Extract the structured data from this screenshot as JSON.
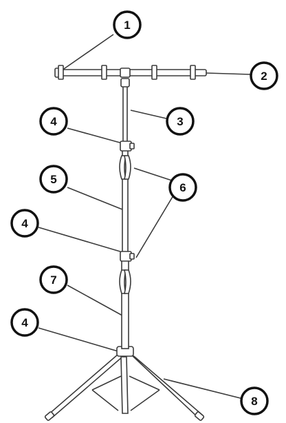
{
  "callouts": [
    {
      "id": "c1",
      "label": "1"
    },
    {
      "id": "c2",
      "label": "2"
    },
    {
      "id": "c3",
      "label": "3"
    },
    {
      "id": "c4a",
      "label": "4"
    },
    {
      "id": "c5",
      "label": "5"
    },
    {
      "id": "c6",
      "label": "6"
    },
    {
      "id": "c4b",
      "label": "4"
    },
    {
      "id": "c7",
      "label": "7"
    },
    {
      "id": "c4c",
      "label": "4"
    },
    {
      "id": "c8",
      "label": "8"
    }
  ],
  "colors": {
    "line": "#3a3a3a",
    "part_fill": "#ffffff",
    "callout_fill": "#ffffff",
    "callout_text": "#111111"
  }
}
